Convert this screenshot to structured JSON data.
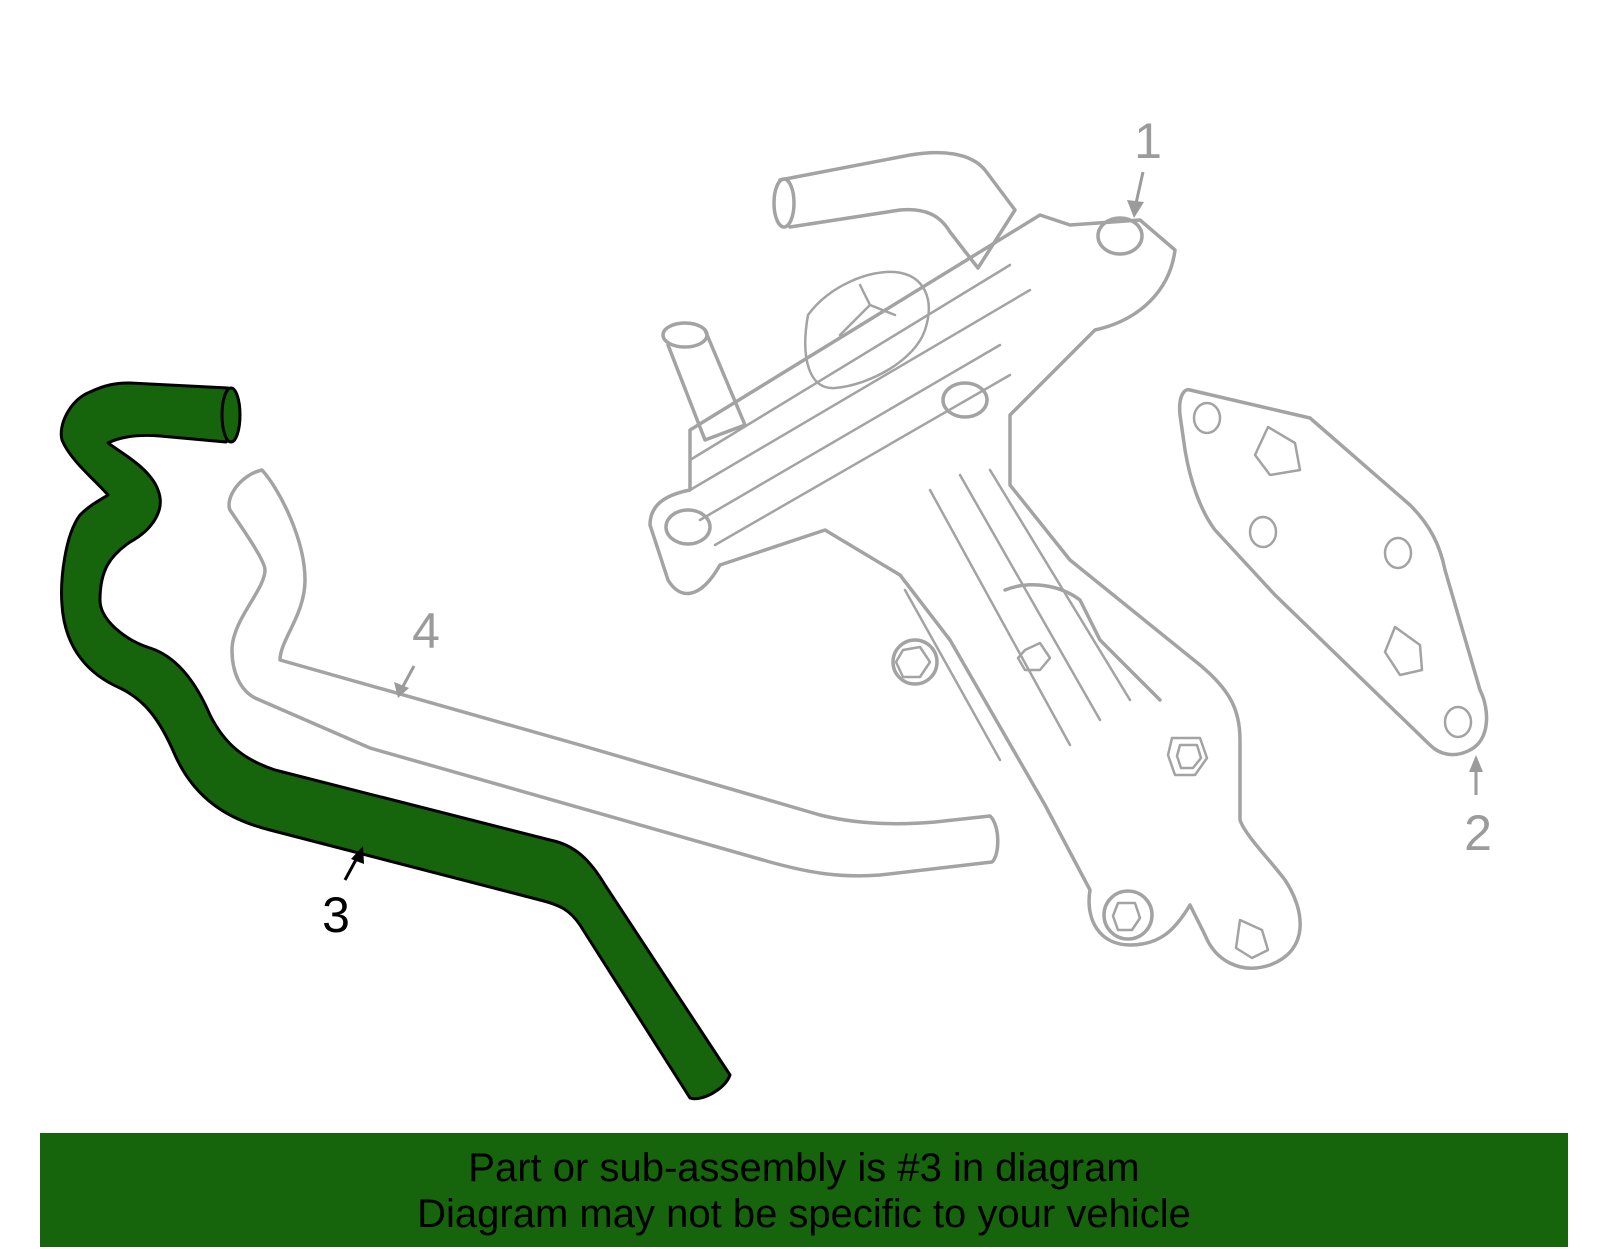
{
  "callouts": {
    "part_1": "1",
    "part_2": "2",
    "part_3": "3",
    "part_4": "4"
  },
  "banner": {
    "line1": "Part or sub-assembly is #3 in diagram",
    "line2": "Diagram may not be specific to your vehicle"
  },
  "colors": {
    "highlight": "#16640b",
    "outline": "#a3a3a3",
    "banner": "#16640b"
  }
}
